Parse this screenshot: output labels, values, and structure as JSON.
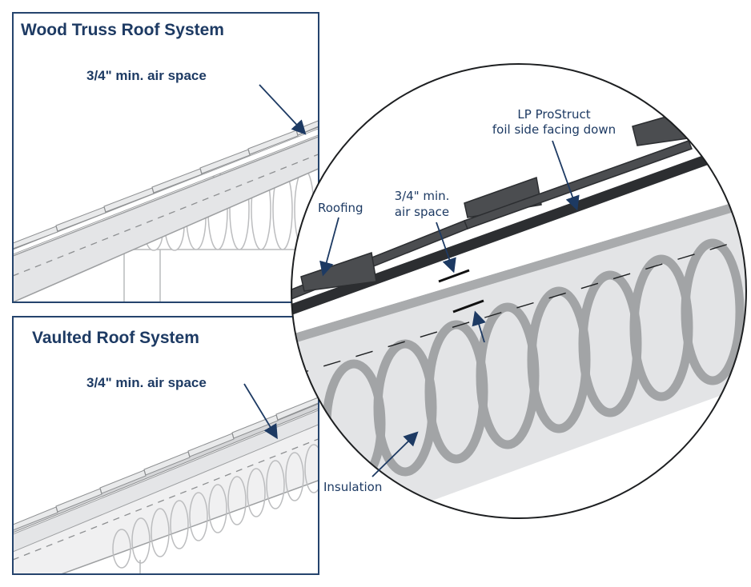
{
  "panels": {
    "wood_truss": {
      "title": "Wood Truss Roof System",
      "callout": "3/4\" min. air space"
    },
    "vaulted": {
      "title": "Vaulted Roof System",
      "callout": "3/4\" min. air space"
    }
  },
  "detail": {
    "sheathing_label_line1": "LP ProStruct",
    "sheathing_label_line2": "foil side facing down",
    "roofing_label": "Roofing",
    "air_space_line1": "3/4\" min.",
    "air_space_line2": "air space",
    "insulation_label": "Insulation"
  },
  "colors": {
    "accent": "#1d3a63",
    "frame": "#25446d",
    "roofing": "#4b4d50",
    "sheathing": "#a9abad",
    "insulation_fill": "#e3e4e6",
    "insulation_coil": "#a2a4a6"
  }
}
